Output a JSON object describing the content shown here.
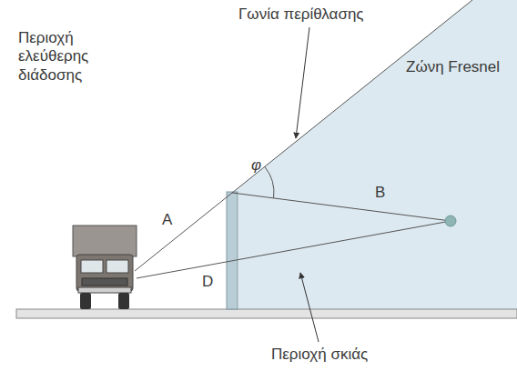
{
  "diagram": {
    "labels": [
      "Περιοχή ελεύθερης διάδοσης",
      "Γωνία περίθλασης",
      "Ζώνη Fresnel",
      "φ",
      "A",
      "B",
      "D",
      "Περιοχή σκιάς"
    ]
  }
}
